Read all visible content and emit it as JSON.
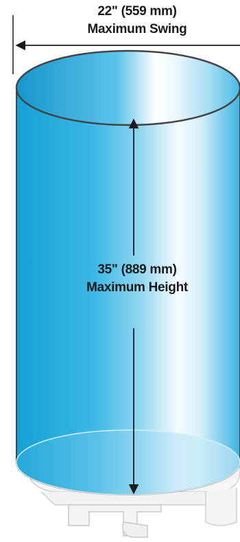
{
  "swing": {
    "value": "22\" (559 mm)",
    "label": "Maximum Swing"
  },
  "height": {
    "value": "35\" (889 mm)",
    "label": "Maximum Height"
  },
  "colors": {
    "cylinder_blue": "#1ba7d8",
    "cylinder_light": "#e6f6fc",
    "outline": "#444444",
    "base_gray": "#d9d9d9"
  }
}
